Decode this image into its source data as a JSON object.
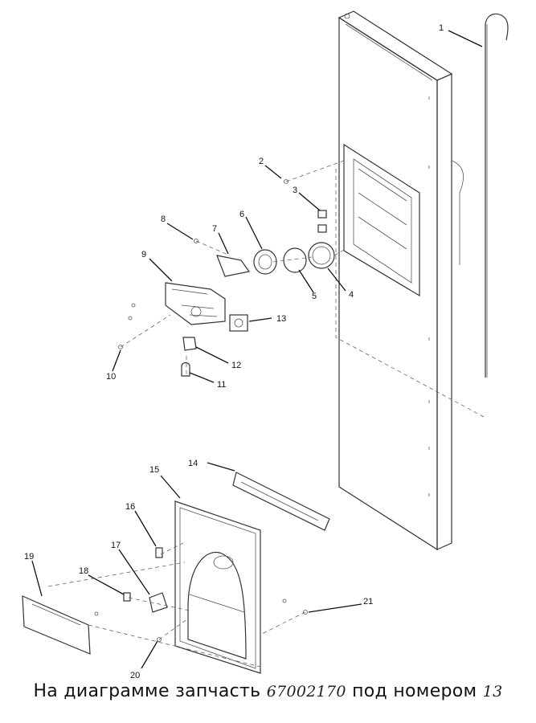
{
  "diagram": {
    "part_numbers": [
      "1",
      "2",
      "3",
      "4",
      "5",
      "6",
      "7",
      "8",
      "9",
      "10",
      "11",
      "12",
      "13",
      "14",
      "15",
      "16",
      "17",
      "18",
      "19",
      "20",
      "21"
    ]
  },
  "caption": {
    "prefix": "На диаграмме запчасть",
    "part_number": "67002170",
    "middle": "под номером",
    "index": "13"
  }
}
